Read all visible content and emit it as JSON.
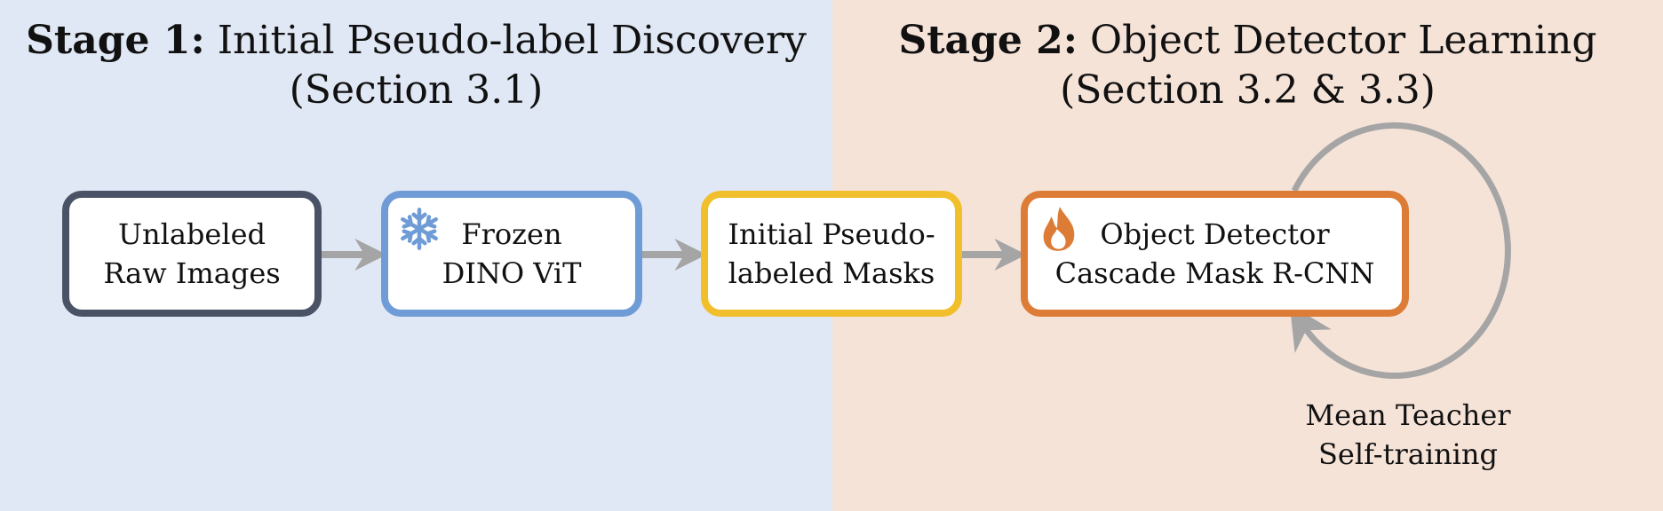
{
  "stages": [
    {
      "bold": "Stage 1:",
      "title": "Initial Pseudo-label Discovery",
      "section": "(Section 3.1)"
    },
    {
      "bold": "Stage 2:",
      "title": "Object Detector Learning",
      "section": "(Section 3.2 & 3.3)"
    }
  ],
  "nodes": [
    {
      "line1": "Unlabeled",
      "line2": "Raw Images",
      "border_color": "#4a5366"
    },
    {
      "line1": "Frozen",
      "line2": "DINO ViT",
      "border_color": "#6f9bd6",
      "icon": "snowflake-icon"
    },
    {
      "line1": "Initial Pseudo-",
      "line2": "labeled Masks",
      "border_color": "#f2bf2c"
    },
    {
      "line1": "Object Detector",
      "line2": "Cascade Mask R-CNN",
      "border_color": "#dd7c36",
      "icon": "flame-icon"
    }
  ],
  "loop": {
    "line1": "Mean Teacher",
    "line2": "Self-training"
  },
  "colors": {
    "stage1_background": "#e1e8f5",
    "stage2_background": "#f5e3d8",
    "arrow": "#a5a5a5"
  }
}
